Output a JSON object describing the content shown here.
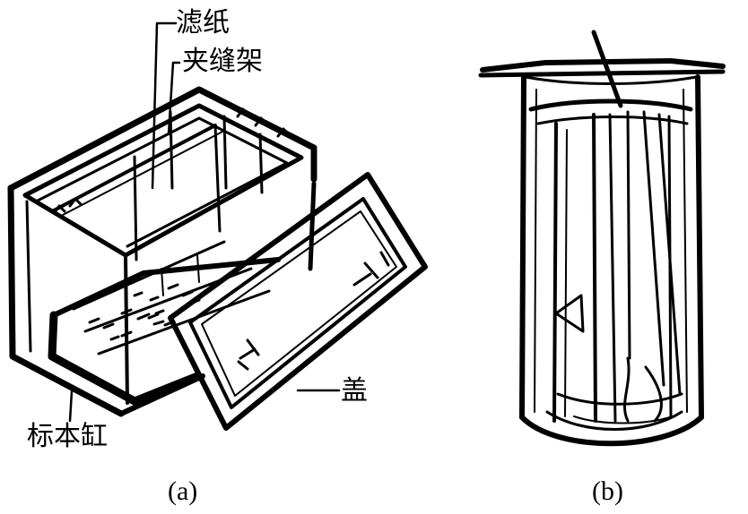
{
  "labels": {
    "filter_paper": "滤纸",
    "clamp_rack": "夹缝架",
    "specimen_tank": "标本缸",
    "lid": "盖"
  },
  "captions": {
    "a": "(a)",
    "b": "(b)"
  }
}
